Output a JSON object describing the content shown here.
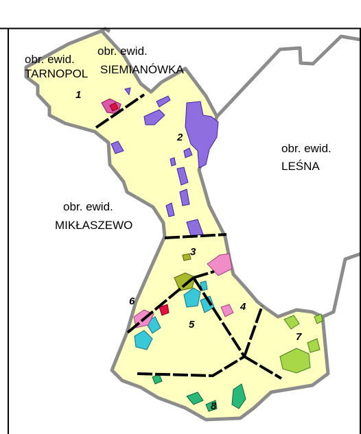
{
  "map": {
    "colors": {
      "area_fill": "#ffffc0",
      "boundary": "#8c8c8c",
      "sector_line": "#000000",
      "frame": "#000000",
      "violet": "#8f6fe0",
      "magenta": "#d85aa8",
      "pink": "#f08cc8",
      "cyan": "#38c8d8",
      "olive": "#a8b828",
      "green": "#2ab878",
      "lime": "#a8d848",
      "red": "#e01040"
    },
    "regions": [
      {
        "line1": "obr. ewid.",
        "line2": "TARNOPOL"
      },
      {
        "line1": "obr. ewid.",
        "line2": "SIEMIANÓWKA"
      },
      {
        "line1": "obr. ewid.",
        "line2": "LEŚNA"
      },
      {
        "line1": "obr. ewid.",
        "line2": "MIKŁASZEWO"
      }
    ],
    "sector_numbers": [
      "1",
      "2",
      "3",
      "4",
      "5",
      "6",
      "7",
      "8"
    ]
  }
}
